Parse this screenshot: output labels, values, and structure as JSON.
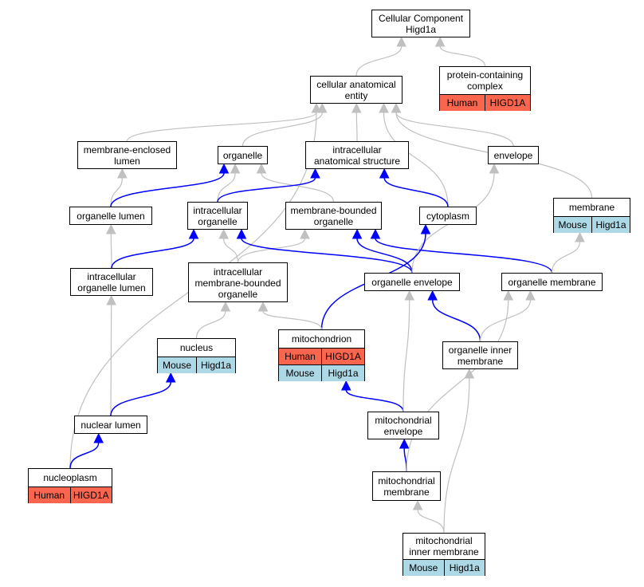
{
  "colors": {
    "human_row": "#f9664d",
    "mouse_row": "#add8e6",
    "edge_gray": "#c0c0c0",
    "edge_blue": "#0000ff"
  },
  "nodes": {
    "cellular_component": {
      "label": "Cellular Component\nHigd1a"
    },
    "cellular_anatomical_entity": {
      "label": "cellular anatomical\nentity"
    },
    "protein_containing_complex": {
      "label": "protein-containing\ncomplex",
      "human": [
        "Human",
        "HIGD1A"
      ]
    },
    "membrane_enclosed_lumen": {
      "label": "membrane-enclosed\nlumen"
    },
    "organelle": {
      "label": "organelle"
    },
    "intracellular_anatomical_structure": {
      "label": "intracellular\nanatomical structure"
    },
    "envelope": {
      "label": "envelope"
    },
    "membrane": {
      "label": "membrane",
      "mouse": [
        "Mouse",
        "Higd1a"
      ]
    },
    "organelle_lumen": {
      "label": "organelle lumen"
    },
    "intracellular_organelle": {
      "label": "intracellular\norganelle"
    },
    "membrane_bounded_organelle": {
      "label": "membrane-bounded\norganelle"
    },
    "cytoplasm": {
      "label": "cytoplasm"
    },
    "intracellular_organelle_lumen": {
      "label": "intracellular\norganelle lumen"
    },
    "intracellular_membrane_bounded_organelle": {
      "label": "intracellular\nmembrane-bounded\norganelle"
    },
    "organelle_envelope": {
      "label": "organelle envelope"
    },
    "organelle_membrane": {
      "label": "organelle membrane"
    },
    "nucleus": {
      "label": "nucleus",
      "mouse": [
        "Mouse",
        "Higd1a"
      ]
    },
    "mitochondrion": {
      "label": "mitochondrion",
      "human": [
        "Human",
        "HIGD1A"
      ],
      "mouse": [
        "Mouse",
        "Higd1a"
      ]
    },
    "organelle_inner_membrane": {
      "label": "organelle inner\nmembrane"
    },
    "nuclear_lumen": {
      "label": "nuclear lumen"
    },
    "mitochondrial_envelope": {
      "label": "mitochondrial\nenvelope"
    },
    "nucleoplasm": {
      "label": "nucleoplasm",
      "human": [
        "Human",
        "HIGD1A"
      ]
    },
    "mitochondrial_membrane": {
      "label": "mitochondrial\nmembrane"
    },
    "mitochondrial_inner_membrane": {
      "label": "mitochondrial\ninner membrane",
      "mouse": [
        "Mouse",
        "Higd1a"
      ]
    }
  },
  "edges": [
    {
      "from": "cellular_anatomical_entity",
      "to": "cellular_component",
      "color": "gray"
    },
    {
      "from": "protein_containing_complex",
      "to": "cellular_component",
      "color": "gray"
    },
    {
      "from": "membrane_enclosed_lumen",
      "to": "cellular_anatomical_entity",
      "color": "gray"
    },
    {
      "from": "organelle",
      "to": "cellular_anatomical_entity",
      "color": "gray"
    },
    {
      "from": "intracellular_anatomical_structure",
      "to": "cellular_anatomical_entity",
      "color": "gray"
    },
    {
      "from": "envelope",
      "to": "cellular_anatomical_entity",
      "color": "gray"
    },
    {
      "from": "membrane",
      "to": "cellular_anatomical_entity",
      "color": "gray"
    },
    {
      "from": "cytoplasm",
      "to": "cellular_anatomical_entity",
      "color": "gray"
    },
    {
      "from": "nucleoplasm",
      "to": "cellular_anatomical_entity",
      "color": "gray"
    },
    {
      "from": "organelle_lumen",
      "to": "membrane_enclosed_lumen",
      "color": "gray"
    },
    {
      "from": "organelle_lumen",
      "to": "organelle",
      "color": "blue"
    },
    {
      "from": "intracellular_organelle",
      "to": "organelle",
      "color": "gray"
    },
    {
      "from": "membrane_bounded_organelle",
      "to": "organelle",
      "color": "gray"
    },
    {
      "from": "intracellular_organelle",
      "to": "intracellular_anatomical_structure",
      "color": "blue"
    },
    {
      "from": "cytoplasm",
      "to": "intracellular_anatomical_structure",
      "color": "blue"
    },
    {
      "from": "intracellular_organelle_lumen",
      "to": "organelle_lumen",
      "color": "gray"
    },
    {
      "from": "intracellular_organelle_lumen",
      "to": "intracellular_organelle",
      "color": "blue"
    },
    {
      "from": "intracellular_membrane_bounded_organelle",
      "to": "intracellular_organelle",
      "color": "gray"
    },
    {
      "from": "intracellular_membrane_bounded_organelle",
      "to": "membrane_bounded_organelle",
      "color": "gray"
    },
    {
      "from": "organelle_envelope",
      "to": "intracellular_organelle",
      "color": "blue"
    },
    {
      "from": "organelle_envelope",
      "to": "membrane_bounded_organelle",
      "color": "blue"
    },
    {
      "from": "organelle_membrane",
      "to": "membrane_bounded_organelle",
      "color": "blue"
    },
    {
      "from": "organelle_envelope",
      "to": "envelope",
      "color": "gray"
    },
    {
      "from": "organelle_membrane",
      "to": "membrane",
      "color": "gray"
    },
    {
      "from": "mitochondrion",
      "to": "cytoplasm",
      "color": "blue"
    },
    {
      "from": "mitochondrion",
      "to": "intracellular_membrane_bounded_organelle",
      "color": "gray"
    },
    {
      "from": "nucleus",
      "to": "intracellular_membrane_bounded_organelle",
      "color": "gray"
    },
    {
      "from": "nuclear_lumen",
      "to": "intracellular_organelle_lumen",
      "color": "gray"
    },
    {
      "from": "nuclear_lumen",
      "to": "nucleus",
      "color": "blue"
    },
    {
      "from": "nucleoplasm",
      "to": "nuclear_lumen",
      "color": "blue"
    },
    {
      "from": "organelle_inner_membrane",
      "to": "organelle_envelope",
      "color": "blue"
    },
    {
      "from": "organelle_inner_membrane",
      "to": "organelle_membrane",
      "color": "gray"
    },
    {
      "from": "mitochondrial_envelope",
      "to": "mitochondrion",
      "color": "blue"
    },
    {
      "from": "mitochondrial_envelope",
      "to": "organelle_envelope",
      "color": "gray"
    },
    {
      "from": "mitochondrial_membrane",
      "to": "mitochondrial_envelope",
      "color": "blue"
    },
    {
      "from": "mitochondrial_membrane",
      "to": "organelle_membrane",
      "color": "gray"
    },
    {
      "from": "mitochondrial_inner_membrane",
      "to": "mitochondrial_membrane",
      "color": "gray"
    },
    {
      "from": "mitochondrial_inner_membrane",
      "to": "organelle_inner_membrane",
      "color": "gray"
    }
  ]
}
